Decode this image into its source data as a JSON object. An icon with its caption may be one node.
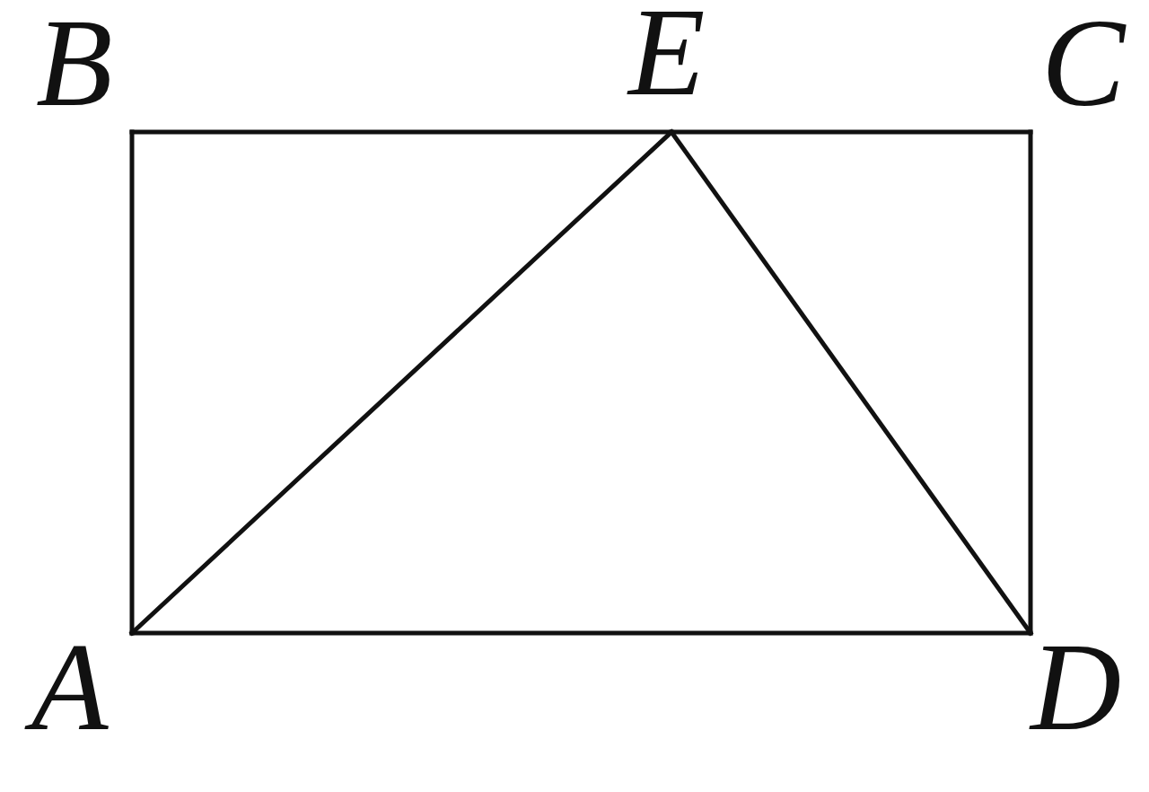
{
  "diagram": {
    "nodes": [
      {
        "text": [
          "B"
        ]
      },
      {
        "text": [
          "E"
        ]
      },
      {
        "text": [
          "C"
        ]
      },
      {
        "text": [
          "A"
        ]
      },
      {
        "text": [
          "D"
        ]
      }
    ],
    "edges": [
      {
        "from": 0,
        "to": 1,
        "arrow": "none"
      },
      {
        "from": 1,
        "to": 2,
        "arrow": "none"
      },
      {
        "from": 2,
        "to": 4,
        "arrow": "none"
      },
      {
        "from": 4,
        "to": 3,
        "arrow": "none"
      },
      {
        "from": 3,
        "to": 0,
        "arrow": "none"
      },
      {
        "from": 3,
        "to": 1,
        "arrow": "none"
      },
      {
        "from": 1,
        "to": 4,
        "arrow": "none"
      }
    ]
  }
}
